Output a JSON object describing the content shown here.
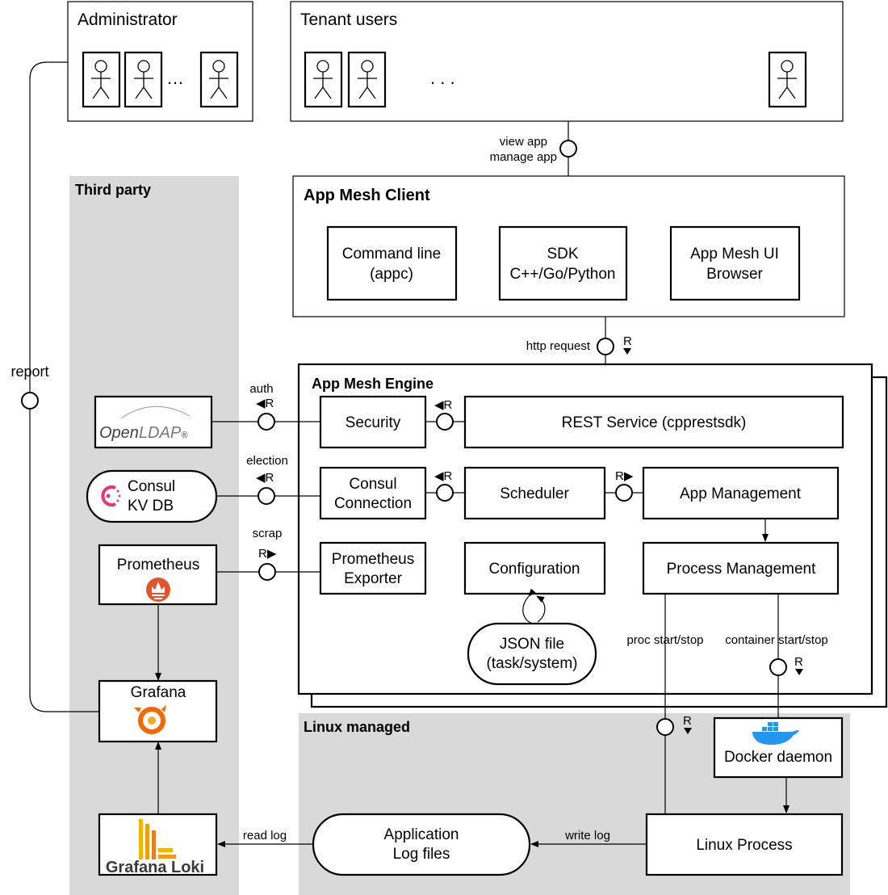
{
  "actors": {
    "administrator": "Administrator",
    "admin_ellipsis": "…",
    "tenant_users": "Tenant users",
    "tenant_ellipsis": ".   .   ."
  },
  "regions": {
    "third_party": "Third party",
    "linux_managed": "Linux managed"
  },
  "client": {
    "title": "App Mesh Client",
    "cmd_line_1": "Command line",
    "cmd_line_2": "(appc)",
    "sdk_1": "SDK",
    "sdk_2": "C++/Go/Python",
    "ui_1": "App Mesh UI",
    "ui_2": "Browser"
  },
  "engine": {
    "title": "App Mesh Engine",
    "security": "Security",
    "rest": "REST Service (cpprestsdk)",
    "consul_conn_1": "Consul",
    "consul_conn_2": "Connection",
    "scheduler": "Scheduler",
    "app_mgmt": "App Management",
    "prom_exp_1": "Prometheus",
    "prom_exp_2": "Exporter",
    "config": "Configuration",
    "proc_mgmt": "Process Management",
    "json_1": "JSON file",
    "json_2": "(task/system)"
  },
  "third_party": {
    "openldap_1": "Open",
    "openldap_2": "LDAP",
    "openldap_reg": "®",
    "consul_1": "Consul",
    "consul_2": "KV DB",
    "prometheus": "Prometheus",
    "grafana": "Grafana",
    "loki": "Grafana Loki"
  },
  "linux": {
    "docker": "Docker daemon",
    "linux_process": "Linux Process",
    "log_1": "Application",
    "log_2": "Log files"
  },
  "labels": {
    "view_app": "view app",
    "manage_app": "manage app",
    "http_request": "http request",
    "report": "report",
    "auth": "auth",
    "election": "election",
    "scrap": "scrap",
    "proc_start_stop": "proc start/stop",
    "container_start_stop": "container start/stop",
    "read_log": "read log",
    "write_log": "write log",
    "r_down_http": "R",
    "r_auth": "◀R",
    "r_security": "◀R",
    "r_election": "◀R",
    "r_consul_conn": "◀R",
    "r_app_mgmt": "R▶",
    "r_scrap": "R▶",
    "r_container": "R",
    "r_proc": "R"
  },
  "colors": {
    "region_grey": "#d9d9d9",
    "prometheus_orange": "#e6522c",
    "grafana_orange": "#f46800",
    "loki_yellow": "#f5b400",
    "consul_pink": "#e03875",
    "docker_blue": "#2496ed"
  }
}
